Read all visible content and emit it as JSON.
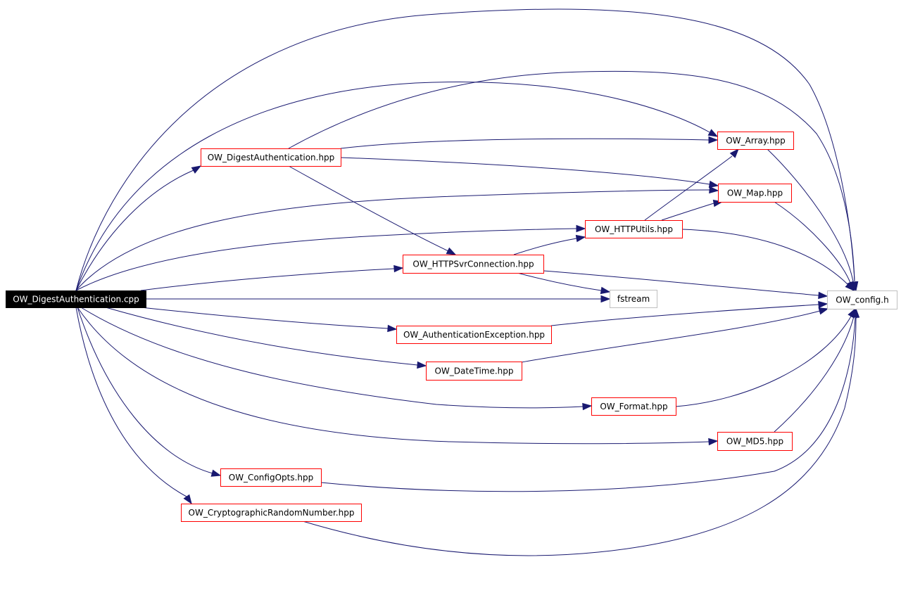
{
  "graph": {
    "colors": {
      "edge": "#191970",
      "root_fill": "#000000",
      "root_text": "#ffffff",
      "documented_border": "#ff0000",
      "undocumented_border": "#bfbfbf",
      "node_fill": "#ffffff",
      "node_text": "#000000"
    },
    "nodes": [
      {
        "id": "root",
        "label": "OW_DigestAuthentication.cpp",
        "kind": "root"
      },
      {
        "id": "digest_hpp",
        "label": "OW_DigestAuthentication.hpp",
        "kind": "documented"
      },
      {
        "id": "array",
        "label": "OW_Array.hpp",
        "kind": "documented"
      },
      {
        "id": "map",
        "label": "OW_Map.hpp",
        "kind": "documented"
      },
      {
        "id": "httputils",
        "label": "OW_HTTPUtils.hpp",
        "kind": "documented"
      },
      {
        "id": "httpssvr",
        "label": "OW_HTTPSvrConnection.hpp",
        "kind": "documented"
      },
      {
        "id": "fstream",
        "label": "fstream",
        "kind": "undocumented"
      },
      {
        "id": "config",
        "label": "OW_config.h",
        "kind": "undocumented"
      },
      {
        "id": "authex",
        "label": "OW_AuthenticationException.hpp",
        "kind": "documented"
      },
      {
        "id": "datetime",
        "label": "OW_DateTime.hpp",
        "kind": "documented"
      },
      {
        "id": "format",
        "label": "OW_Format.hpp",
        "kind": "documented"
      },
      {
        "id": "md5",
        "label": "OW_MD5.hpp",
        "kind": "documented"
      },
      {
        "id": "configopts",
        "label": "OW_ConfigOpts.hpp",
        "kind": "documented"
      },
      {
        "id": "cryptorand",
        "label": "OW_CryptographicRandomNumber.hpp",
        "kind": "documented"
      }
    ],
    "edges": [
      {
        "from": "root",
        "to": "config"
      },
      {
        "from": "root",
        "to": "array"
      },
      {
        "from": "root",
        "to": "digest_hpp"
      },
      {
        "from": "root",
        "to": "map"
      },
      {
        "from": "root",
        "to": "httputils"
      },
      {
        "from": "root",
        "to": "httpssvr"
      },
      {
        "from": "root",
        "to": "fstream"
      },
      {
        "from": "root",
        "to": "authex"
      },
      {
        "from": "root",
        "to": "datetime"
      },
      {
        "from": "root",
        "to": "format"
      },
      {
        "from": "root",
        "to": "md5"
      },
      {
        "from": "root",
        "to": "configopts"
      },
      {
        "from": "root",
        "to": "cryptorand"
      },
      {
        "from": "digest_hpp",
        "to": "array"
      },
      {
        "from": "digest_hpp",
        "to": "map"
      },
      {
        "from": "digest_hpp",
        "to": "httpssvr"
      },
      {
        "from": "digest_hpp",
        "to": "config"
      },
      {
        "from": "httputils",
        "to": "array"
      },
      {
        "from": "httputils",
        "to": "map"
      },
      {
        "from": "httputils",
        "to": "config"
      },
      {
        "from": "httpssvr",
        "to": "httputils"
      },
      {
        "from": "httpssvr",
        "to": "fstream"
      },
      {
        "from": "httpssvr",
        "to": "config"
      },
      {
        "from": "array",
        "to": "config"
      },
      {
        "from": "map",
        "to": "config"
      },
      {
        "from": "authex",
        "to": "config"
      },
      {
        "from": "datetime",
        "to": "config"
      },
      {
        "from": "format",
        "to": "config"
      },
      {
        "from": "md5",
        "to": "config"
      },
      {
        "from": "configopts",
        "to": "config"
      },
      {
        "from": "cryptorand",
        "to": "config"
      }
    ]
  }
}
